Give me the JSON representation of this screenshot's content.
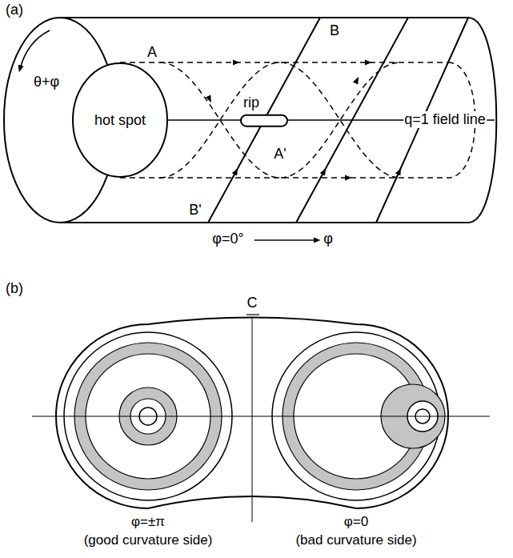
{
  "diagram": {
    "nodes": [
      {
        "text": [
          "hot spot"
        ]
      },
      {
        "text": [
          "rip"
        ]
      }
    ],
    "labels": [
      "(a)",
      "θ+φ",
      "A",
      "B",
      "B'",
      "A'",
      "q=1 field line",
      "φ=0°",
      "φ",
      "(b)",
      "C",
      "φ=±π",
      "(good curvature side)",
      "φ=0",
      "(bad curvature side)"
    ]
  }
}
